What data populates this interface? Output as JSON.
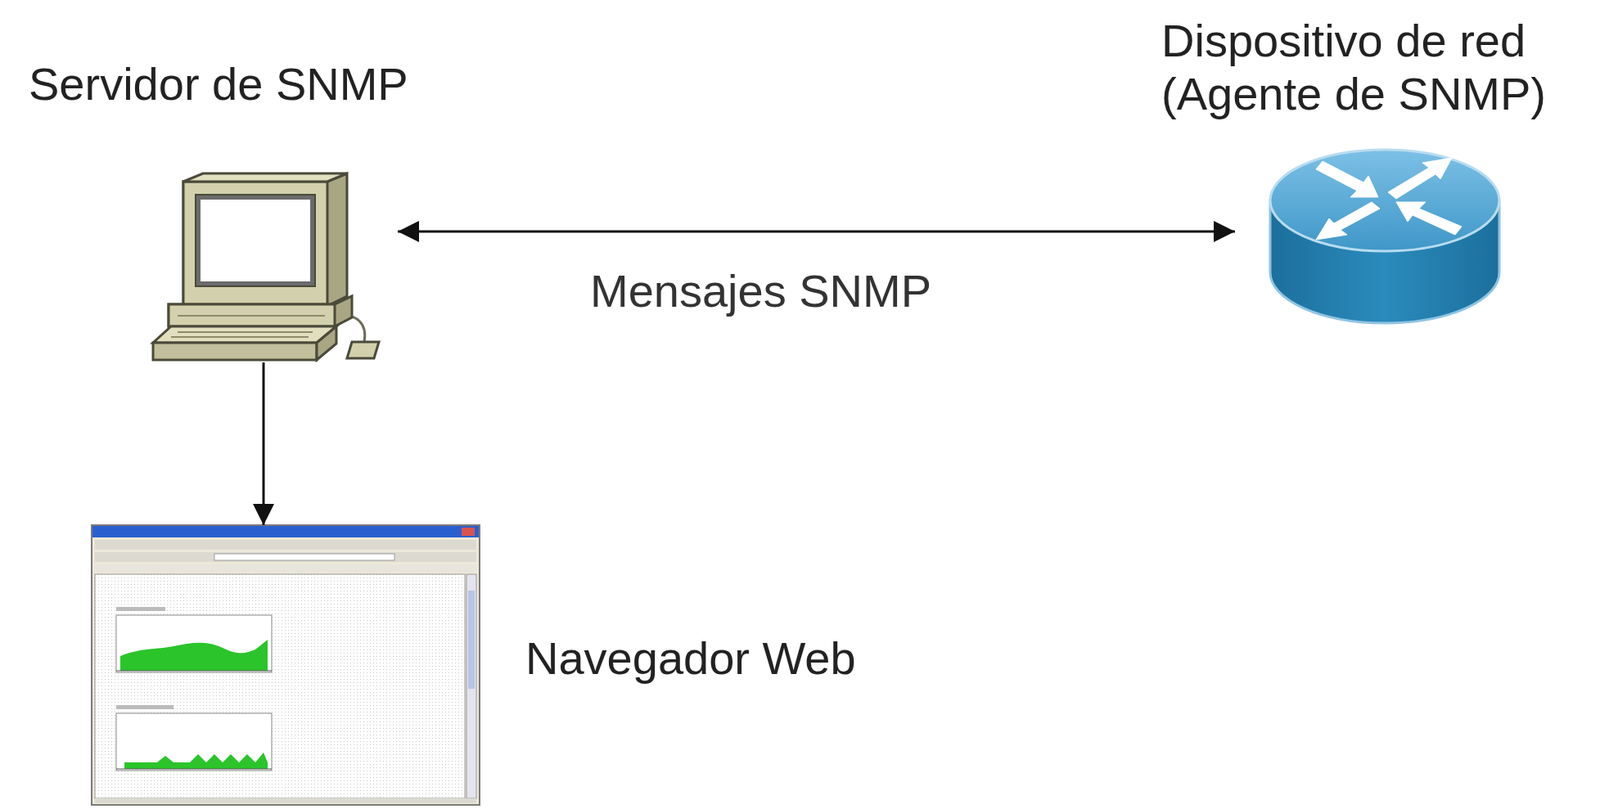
{
  "diagram": {
    "nodes": [
      {
        "text": [
          "Servidor de SNMP"
        ]
      },
      {
        "text": [
          "Dispositivo de red (Agente de SNMP)"
        ]
      },
      {
        "text": [
          "Navegador Web"
        ]
      }
    ],
    "edges": [
      {
        "from": 0,
        "to": 1,
        "arrow": "both",
        "label": "Mensajes SNMP"
      },
      {
        "from": 0,
        "to": 2,
        "arrow": "to"
      }
    ]
  }
}
